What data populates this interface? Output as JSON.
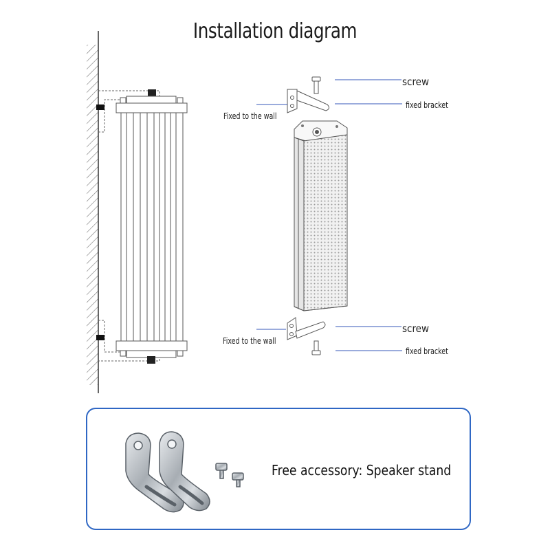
{
  "title": "Installation diagram",
  "labels": {
    "screw_top": "screw",
    "bracket_top": "fixed bracket",
    "wall_top": "Fixed to the wall",
    "screw_bottom": "screw",
    "bracket_bottom": "fixed bracket",
    "wall_bottom": "Fixed to the wall"
  },
  "accessory": {
    "text": "Free accessory: Speaker stand"
  },
  "colors": {
    "leader": "#3557b8",
    "box_border": "#2f67c4",
    "line": "#444444"
  }
}
